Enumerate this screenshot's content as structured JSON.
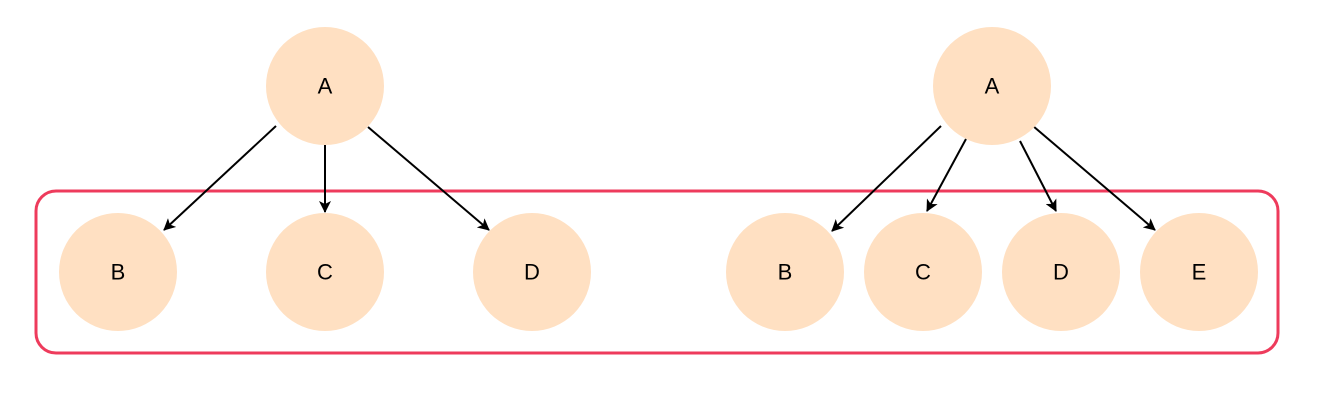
{
  "colors": {
    "node_fill": "#FFE0C2",
    "edge": "#000000",
    "group_border": "#EE3B5C",
    "background": "#FFFFFF"
  },
  "trees": [
    {
      "root": {
        "label": "A"
      },
      "children": [
        {
          "label": "B"
        },
        {
          "label": "C"
        },
        {
          "label": "D"
        }
      ]
    },
    {
      "root": {
        "label": "A"
      },
      "children": [
        {
          "label": "B"
        },
        {
          "label": "C"
        },
        {
          "label": "D"
        },
        {
          "label": "E"
        }
      ]
    }
  ]
}
